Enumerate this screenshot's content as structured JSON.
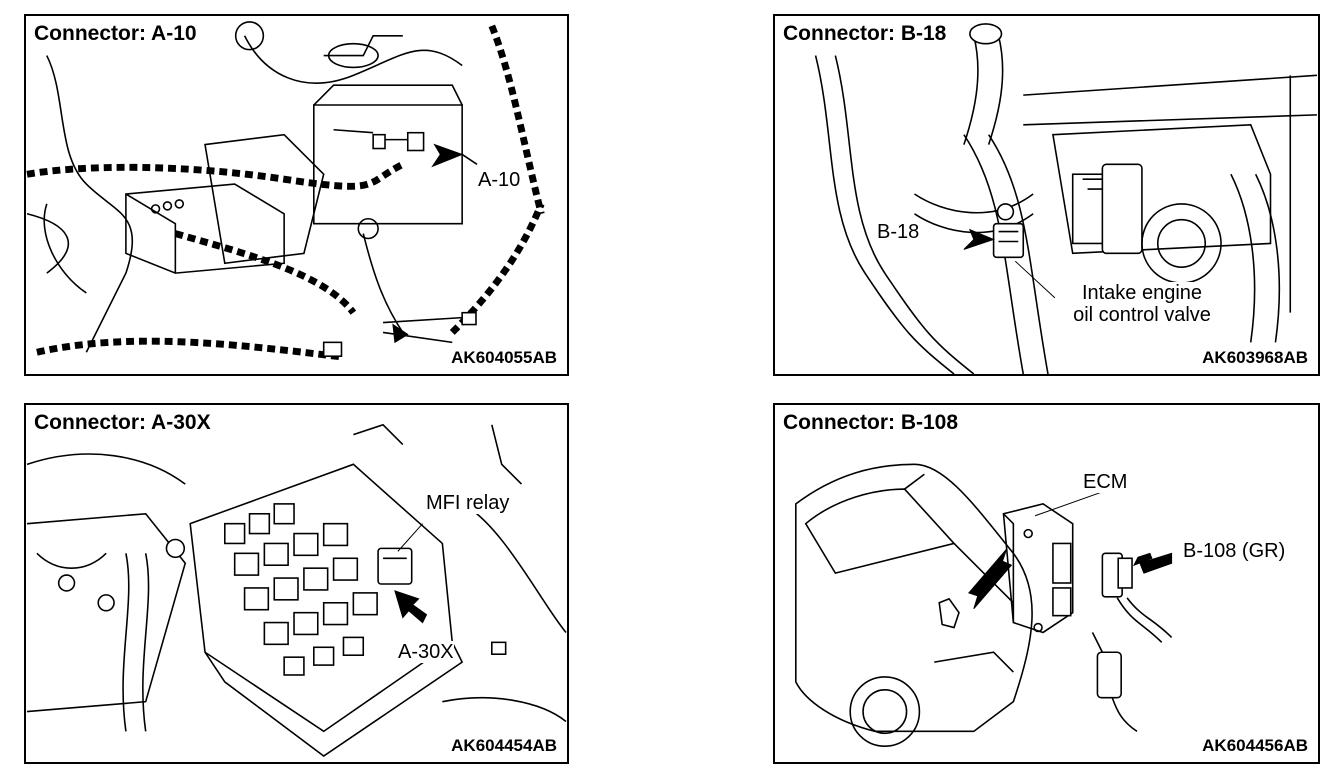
{
  "panels": [
    {
      "title": "Connector: A-10",
      "image_code": "AK604055AB",
      "callouts": [
        "A-10"
      ]
    },
    {
      "title": "Connector: B-18",
      "image_code": "AK603968AB",
      "callouts": [
        "B-18",
        "Intake engine",
        "oil control valve"
      ]
    },
    {
      "title": "Connector: A-30X",
      "image_code": "AK604454AB",
      "callouts": [
        "MFI relay",
        "A-30X"
      ]
    },
    {
      "title": "Connector: B-108",
      "image_code": "AK604456AB",
      "callouts": [
        "ECM",
        "B-108 (GR)"
      ]
    }
  ]
}
